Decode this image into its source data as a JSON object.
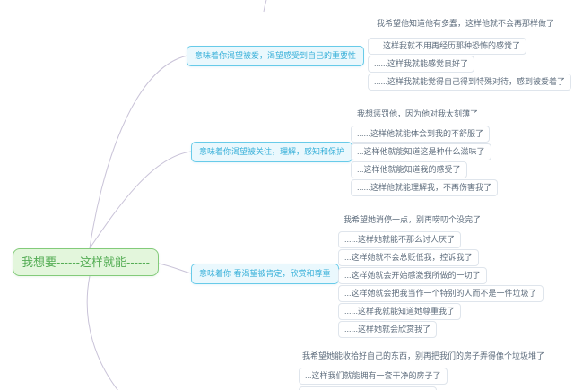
{
  "root": {
    "label": "我想要------这样就能------",
    "border_color": "#83cb7a",
    "bg_color": "#e3f6dc",
    "text_color": "#55ad55"
  },
  "branches": [
    {
      "label": "意味着你渴望被爱，渴望感受到自己的重要性"
    },
    {
      "label": "意味着你渴望被关注，理解，感知和保护"
    },
    {
      "label": "意味着你 看渴望被肯定，欣赏和尊重"
    }
  ],
  "groups": [
    {
      "parent": "我希望他知道他有多蠢，这样他就不会再那样做了",
      "items": [
        "... 这样我就不用再经历那种恐怖的感觉了",
        "......这样我就能感觉良好了",
        "......这样我就能觉得自己得到特殊对待，感到被爱着了"
      ]
    },
    {
      "parent": "我想惩罚他，因为他对我太刻薄了",
      "items": [
        "......这样他就能体会到我的不舒服了",
        "...这样他就能知道这是种什么滋味了",
        "...这样他就能知道我的感受了",
        "......这样他就能理解我，不再伤害我了"
      ]
    },
    {
      "parent": "我希望她消停一点，别再唠叨个没完了",
      "items": [
        "......这样她就能不那么讨人厌了",
        "...这样她就不会总贬低我，控诉我了",
        "...这样她就会开始感激我所做的一切了",
        "...这样她就会把我当作一个特别的人而不是一件垃圾了",
        "......这样我就能知道她尊重我了",
        "......这样她就会欣赏我了"
      ]
    },
    {
      "parent": "我希望她能收拾好自己的东西，别再把我们的房子弄得像个垃圾堆了",
      "items": [
        "...这样我们就能拥有一套干净的房子了"
      ]
    }
  ],
  "colors": {
    "branch_border": "#68cbe9",
    "branch_bg": "#eaf8fd",
    "branch_text": "#38b0d9",
    "leaf_text": "#5f6e7e",
    "leaf_border": "#dfe5ec",
    "connector_line": "#c9c3d8"
  }
}
